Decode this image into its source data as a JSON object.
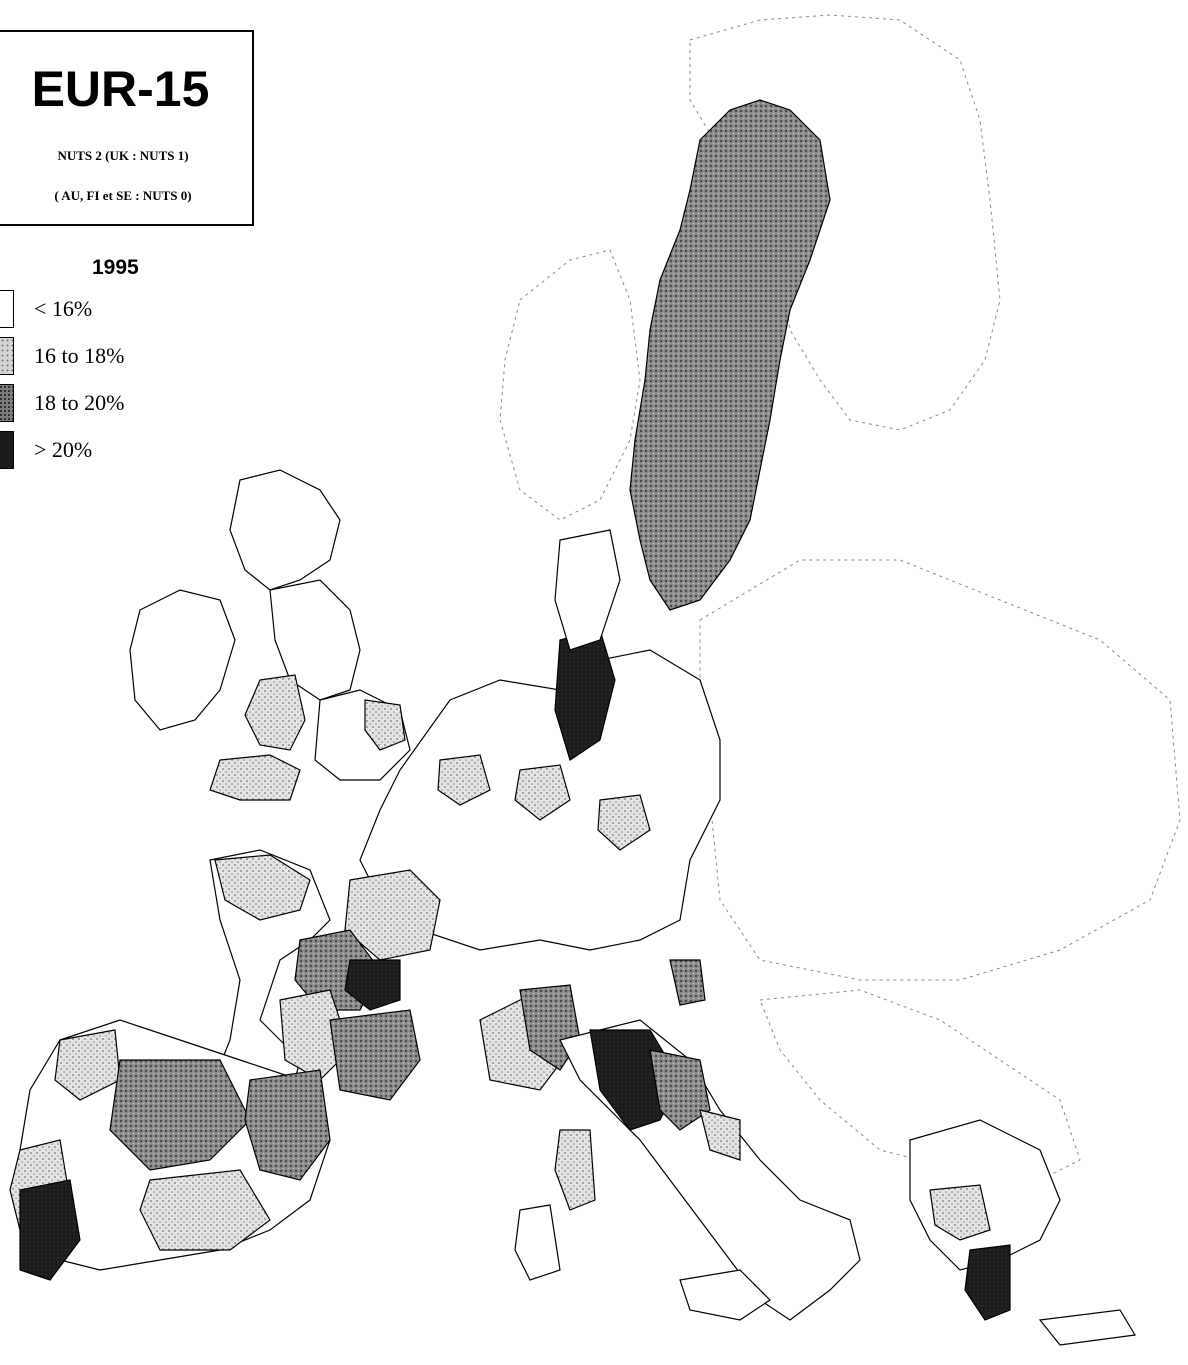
{
  "title": "EUR-15",
  "subtitle_line1": "NUTS 2  (UK : NUTS 1)",
  "subtitle_line2": "( AU, FI et SE : NUTS 0)",
  "year": "1995",
  "legend": [
    {
      "label": "< 16%",
      "color": "#ffffff"
    },
    {
      "label": "16 to 18%",
      "color": "#c9c9c9"
    },
    {
      "label": "18 to 20%",
      "color": "#7d7d7d"
    },
    {
      "label": "> 20%",
      "color": "#1a1a1a"
    }
  ]
}
